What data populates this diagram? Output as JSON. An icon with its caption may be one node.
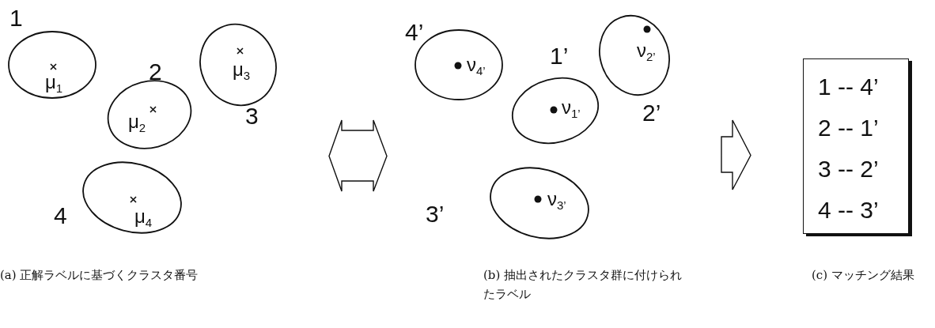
{
  "diagram": {
    "nodes": [
      {
        "text": [
          "μ$_{1}$"
        ],
        "beside": [
          "1"
        ]
      },
      {
        "text": [
          "μ$_{2}$"
        ],
        "beside": [
          "2"
        ]
      },
      {
        "text": [
          "μ$_{3}$"
        ],
        "beside": [
          "3"
        ]
      },
      {
        "text": [
          "μ$_{4}$"
        ],
        "beside": [
          "4"
        ]
      },
      {
        "text": [
          "ν$_{4’}$"
        ],
        "beside": [
          "4’"
        ]
      },
      {
        "text": [
          "ν$_{1’}$"
        ],
        "beside": [
          "1’"
        ]
      },
      {
        "text": [
          "ν$_{2’}$"
        ],
        "beside": [
          "2’"
        ]
      },
      {
        "text": [
          "ν$_{3’}$"
        ],
        "beside": [
          "3’"
        ]
      },
      {
        "text": [
          "1 -- 4’",
          "2 -- 1’",
          "3 -- 2’",
          "4 -- 3’"
        ]
      }
    ],
    "labels": [
      "(a) 正解ラベルに基づくクラスタ番号",
      "(b) 抽出されたクラスタ群に付けられたラベル",
      "(c) マッチング結果"
    ]
  }
}
